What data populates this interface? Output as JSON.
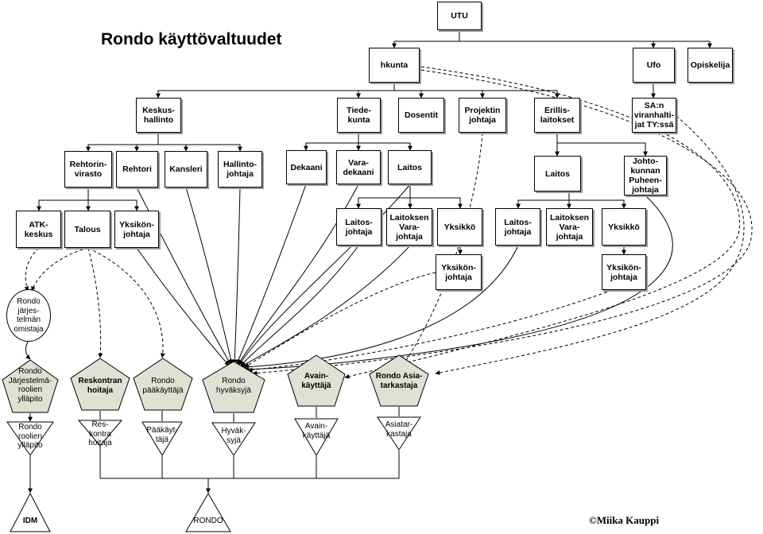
{
  "title": "Rondo käyttövaltuudet",
  "copyright": "©Miika Kauppi",
  "boxes": {
    "utu": "UTU",
    "hkunta": "hkunta",
    "ufo": "Ufo",
    "opiskelija": "Opiskelija",
    "keskushallinto": "Keskus-\nhallinto",
    "tiedekunta": "Tiede-\nkunta",
    "dosentit": "Dosentit",
    "projektin_johtaja": "Projektin\njohtaja",
    "erillislaitokset": "Erillis-\nlaitokset",
    "sa_viranhaltijat": "SA:n\nviranhalti-\njat TY:ssä",
    "rehtorinvirasto": "Rehtorin-\nvirasto",
    "rehtori": "Rehtori",
    "kansleri": "Kansleri",
    "hallintojohtaja": "Hallinto-\njohtaja",
    "dekaani": "Dekaani",
    "varadekaani": "Vara-\ndekaani",
    "laitos_tdk": "Laitos",
    "laitos_eril": "Laitos",
    "johtokunnan_puheenjohtaja": "Johto-\nkunnan\nPuheen-\njohtaja",
    "atk_keskus": "ATK-\nkeskus",
    "talous": "Talous",
    "yksikonjohtaja_kh": "Yksikön-\njohtaja",
    "laitosjohtaja_1": "Laitos-\njohtaja",
    "laitoksen_varajohtaja_1": "Laitoksen\nVara-\njohtaja",
    "yksikko_1": "Yksikkö",
    "laitosjohtaja_2": "Laitos-\njohtaja",
    "laitoksen_varajohtaja_2": "Laitoksen\nVara-\njohtaja",
    "yksikko_2": "Yksikkö",
    "yksikonjohtaja_1": "Yksikön-\njohtaja",
    "yksikonjohtaja_2": "Yksikön-\njohtaja"
  },
  "circle": "Rondo\njärjes-\ntelmän\nomistaja",
  "pentagons": {
    "p1": "Rondo\nJärjestelmä-\nroolien\nylläpito",
    "p2": "Reskontran\nhoitaja",
    "p3": "Rondo\npääkäyttäjä",
    "p4": "Rondo\nhyväksyjä",
    "p5": "Avain-\nkäyttäjä",
    "p6": "Rondo Asia-\ntarkastaja"
  },
  "triangles": {
    "t1": "Rondo\nroolien\nylläpito",
    "t2": "Res-\nkontra\nhoitaja",
    "t3": "Pääkäyt-\ntäjä",
    "t4": "Hyväk-\nsyjä",
    "t5": "Avain-\nkäyttäjä",
    "t6": "Asiatar-\nkastaja"
  },
  "systems": {
    "idm": "IDM",
    "rondo": "RONDO"
  },
  "colors": {
    "node_fill": "#ffffff",
    "role_fill": "#dde2d2",
    "line": "#000000",
    "shadow": "#9a9a9a"
  }
}
